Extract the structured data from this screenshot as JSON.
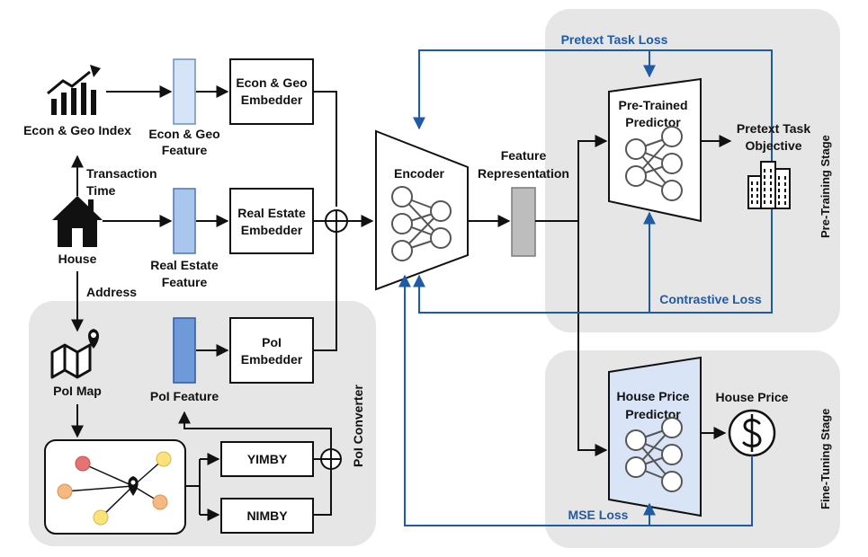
{
  "econ_geo_index": "Econ & Geo Index",
  "econ_geo_feature": [
    "Econ & Geo",
    "Feature"
  ],
  "econ_geo_embedder": [
    "Econ & Geo",
    "Embedder"
  ],
  "transaction_time": [
    "Transaction",
    "Time"
  ],
  "house": "House",
  "real_estate_feature": [
    "Real Estate",
    "Feature"
  ],
  "real_estate_embedder": [
    "Real Estate",
    "Embedder"
  ],
  "address": "Address",
  "poi_map": "PoI Map",
  "poi_feature": "PoI Feature",
  "poi_embedder": [
    "PoI",
    "Embedder"
  ],
  "yimby": "YIMBY",
  "nimby": "NIMBY",
  "poi_converter": "PoI Converter",
  "encoder": "Encoder",
  "feature_representation": [
    "Feature",
    "Representation"
  ],
  "pretext_task_loss": "Pretext Task Loss",
  "pretrained_predictor": [
    "Pre-Trained",
    "Predictor"
  ],
  "pretext_task_objective": [
    "Pretext Task",
    "Objective"
  ],
  "contrastive_loss": "Contrastive Loss",
  "pretraining_stage": "Pre-Training Stage",
  "house_price_predictor": [
    "House Price",
    "Predictor"
  ],
  "house_price": "House Price",
  "mse_loss": "MSE Loss",
  "finetuning_stage": "Fine-Tuning Stage",
  "colors": {
    "loss_blue": "#1f5aa6",
    "stage_panel": "#e6e6e6",
    "econ_feature": "#d6e4f7",
    "real_estate_feature": "#a9c6ee",
    "poi_feature": "#6e9ad9",
    "representation": "#bdbdbd",
    "house_price_predictor": "#d9e5f7",
    "poi_red": "#e57373",
    "poi_orange": "#f5b880",
    "poi_yellow": "#fde27a"
  }
}
